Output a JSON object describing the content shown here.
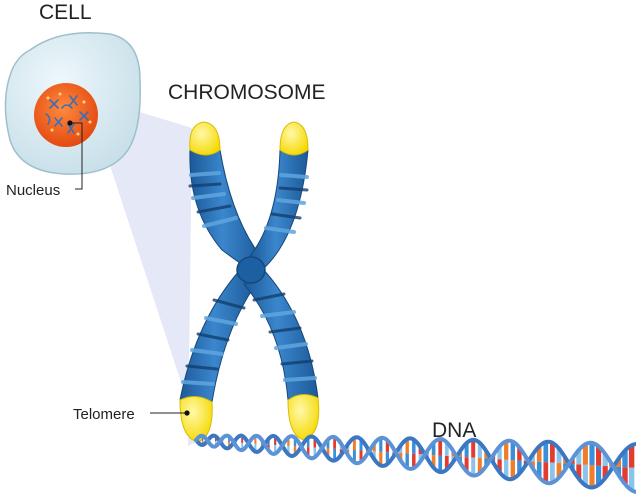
{
  "labels": {
    "cell": "CELL",
    "chromosome": "CHROMOSOME",
    "nucleus": "Nucleus",
    "telomere": "Telomere",
    "dna": "DNA"
  },
  "colors": {
    "cell_fill": "#d6e9f1",
    "cell_stroke": "#9fbfcc",
    "nucleus": "#f0611f",
    "chromosome_blue": "#2a73b8",
    "chromosome_dark": "#16487c",
    "chromosome_light": "#5fa6e0",
    "telomere_yellow": "#ffe61a",
    "dna_strand": "#3b77c2",
    "zoom_beam": "#dde3f5"
  },
  "dna_base_colors": [
    "#f07d2a",
    "#3b8ed8",
    "#e23b2f",
    "#8bc3ea"
  ]
}
